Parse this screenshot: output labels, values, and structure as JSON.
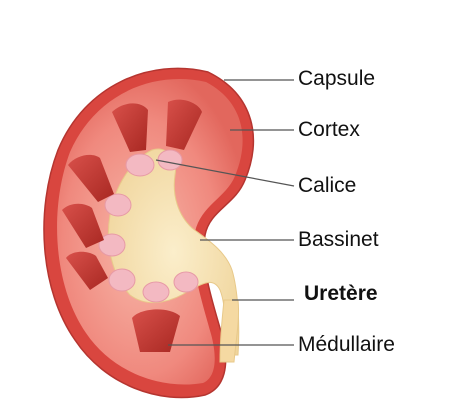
{
  "diagram": {
    "labels": {
      "capsule": "Capsule",
      "cortex": "Cortex",
      "calice": "Calice",
      "bassinet": "Bassinet",
      "uretere": "Uretère",
      "medullaire": "Médullaire"
    },
    "colors": {
      "capsule": "#d9463f",
      "cortex": "#f08a7f",
      "cortex_light": "#f6b0a4",
      "pyramid": "#b8322c",
      "pelvis": "#f7e2b5",
      "calyx": "#f3b9c2",
      "leader_line": "#555555"
    }
  }
}
